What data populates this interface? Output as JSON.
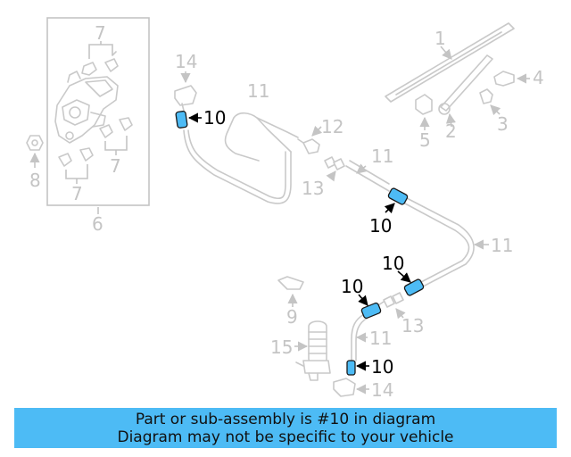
{
  "callouts": {
    "c1": "1",
    "c2": "2",
    "c3": "3",
    "c4": "4",
    "c5": "5",
    "c6": "6",
    "c7a": "7",
    "c7b": "7",
    "c7c": "7",
    "c8": "8",
    "c9": "9",
    "c10a": "10",
    "c10b": "10",
    "c10c": "10",
    "c10d": "10",
    "c10e": "10",
    "c11a": "11",
    "c11b": "11",
    "c11c": "11",
    "c11d": "11",
    "c12": "12",
    "c13a": "13",
    "c13b": "13",
    "c14a": "14",
    "c14b": "14",
    "c15": "15"
  },
  "banner": {
    "line1": "Part or sub-assembly is #10 in diagram",
    "line2": "Diagram may not be specific to your vehicle"
  },
  "colors": {
    "highlight": "#4dbbf5",
    "banner": "#4dbbf5",
    "muted_line": "#c9c9c9"
  }
}
